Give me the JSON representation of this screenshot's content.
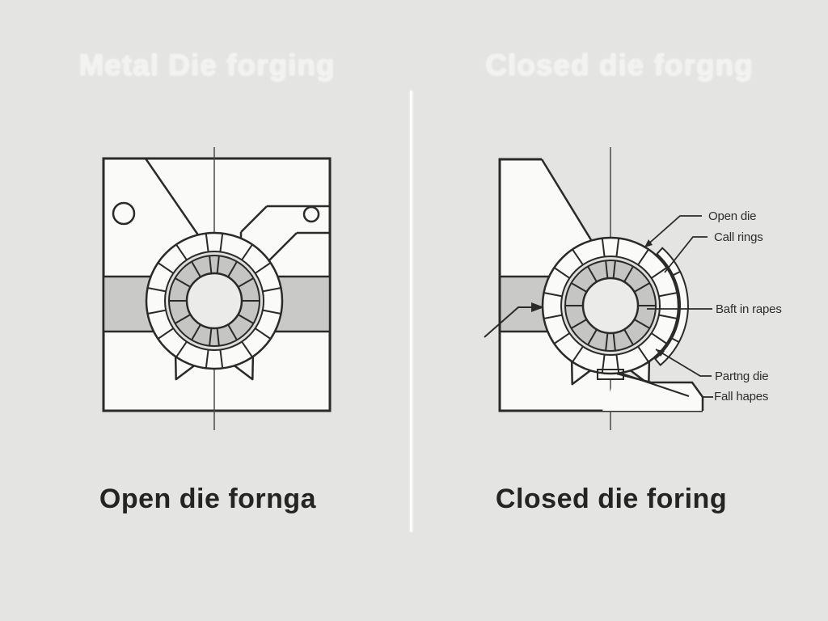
{
  "left_panel": {
    "title": "Metal Die forging",
    "caption": "Open die fornga"
  },
  "right_panel": {
    "title": "Closed die forgng",
    "caption": "Closed die foring",
    "callouts": [
      {
        "label": "Open die"
      },
      {
        "label": "Call rings"
      },
      {
        "label": "Baft in rapes"
      },
      {
        "label": "Partng die"
      },
      {
        "label": "Fall hapes"
      }
    ]
  },
  "colors": {
    "background": "#e4e4e2",
    "panel_white": "#fafaf9",
    "ink": "#2a2a2a",
    "band_gray": "#c9c9c8",
    "ring_inner_gray": "#c5c5c4",
    "ring_thin_band": "#dededd",
    "ring_hole": "#ebebea",
    "divider": "#fcfcfc",
    "title_text": "#f2f2f1",
    "caption_text": "#242424",
    "label_text": "#2d2d2d"
  }
}
